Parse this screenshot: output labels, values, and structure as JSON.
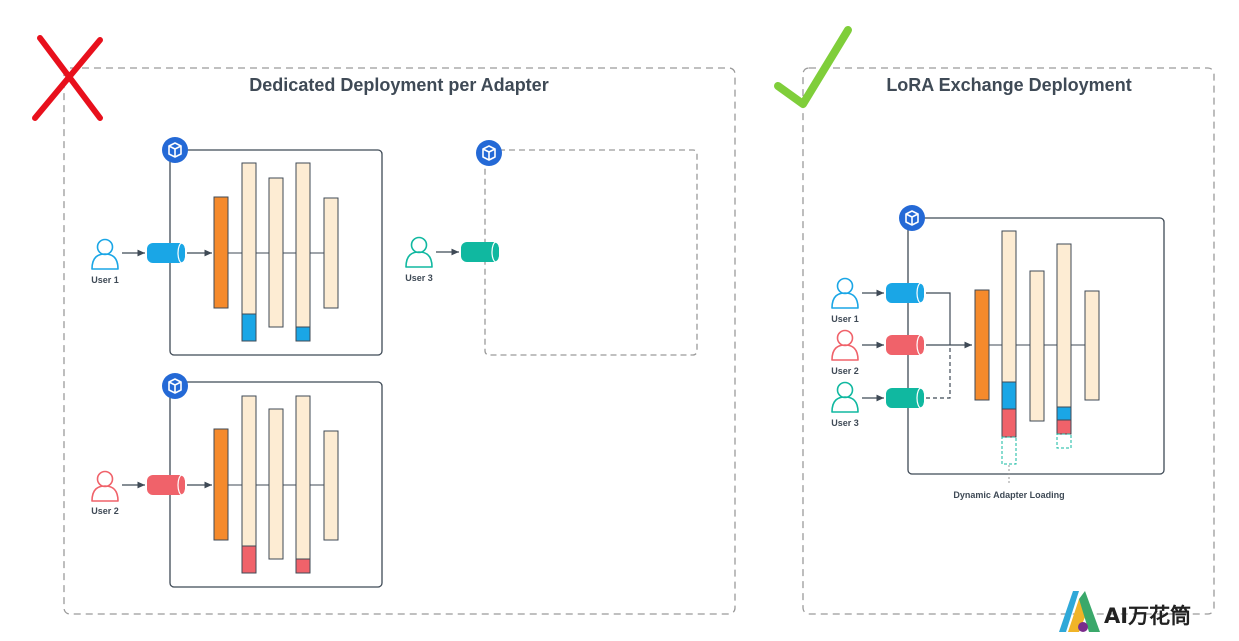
{
  "panels": {
    "left": {
      "title": "Dedicated Deployment per Adapter",
      "status_icon": "cross-icon"
    },
    "right": {
      "title": "LoRA Exchange Deployment",
      "status_icon": "check-icon"
    }
  },
  "users": {
    "left_top": "User 1",
    "left_bottom": "User 2",
    "left_right": "User 3",
    "right_1": "User 1",
    "right_2": "User 2",
    "right_3": "User 3"
  },
  "caption": "Dynamic Adapter Loading",
  "watermark": {
    "text": "AI万花筒",
    "logo": "ai-wanhuatong-logo"
  },
  "colors": {
    "user1": "#1aa6e6",
    "user2": "#f0626a",
    "user3": "#10b8a0",
    "base_layer": "#f58a2c",
    "layer_fill": "#fdecd3",
    "kube": "#2469d6",
    "cross": "#e8101c",
    "check": "#7fce3a"
  }
}
